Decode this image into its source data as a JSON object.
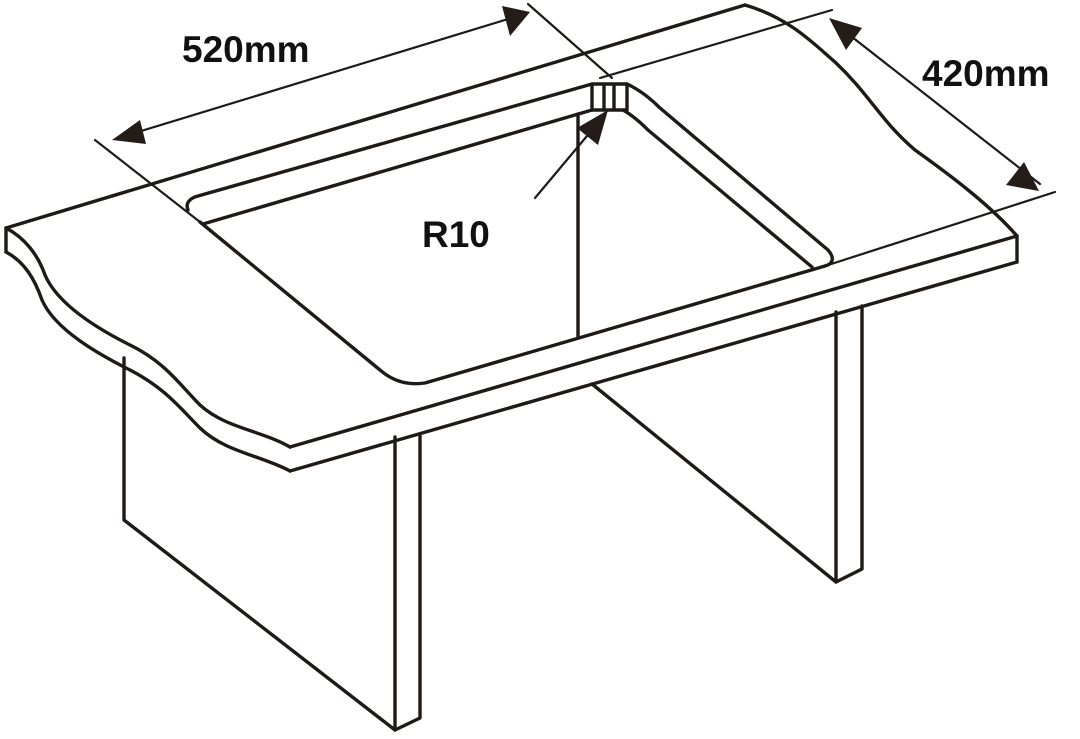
{
  "diagram": {
    "subject": "sink cut-out installation drawing",
    "labels": {
      "width": "520mm",
      "depth": "420mm",
      "corner_radius": "R10"
    },
    "colors": {
      "line": "#1e1a18",
      "text": "#111111",
      "background": "#ffffff"
    }
  }
}
